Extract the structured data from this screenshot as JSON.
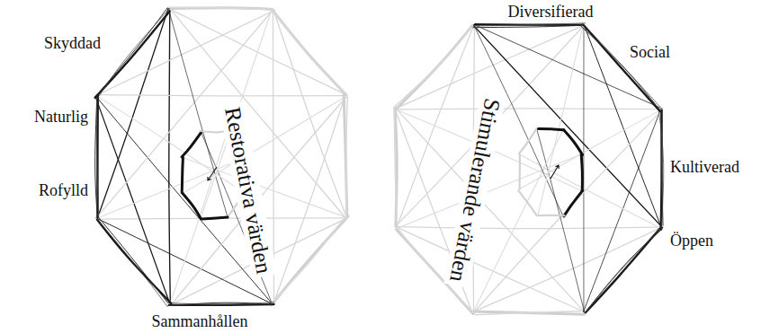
{
  "diagram": {
    "nodes": [
      {
        "text": [
          "Restorativa värden"
        ]
      },
      {
        "text": [
          "Stimulerande värden"
        ]
      }
    ],
    "labels": [
      "Skyddad",
      "Naturlig",
      "Rofylld",
      "Sammanhållen",
      "Diversifierad",
      "Social",
      "Kultiverad",
      "Öppen"
    ]
  }
}
